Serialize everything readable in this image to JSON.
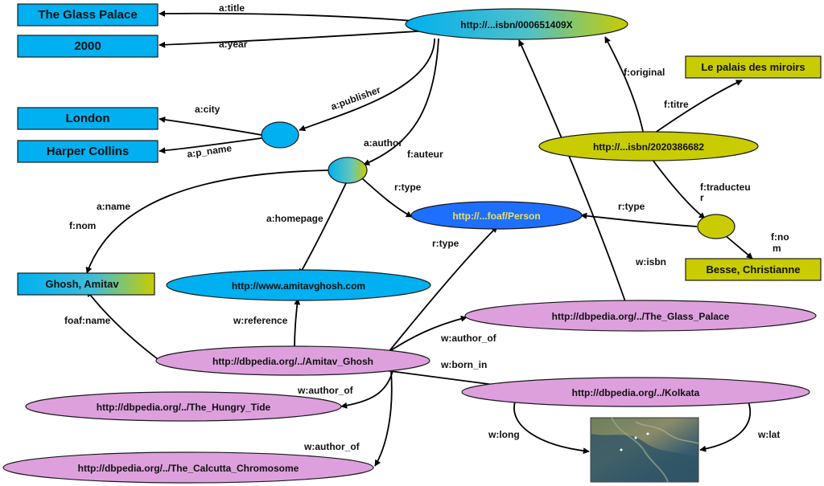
{
  "nodes": {
    "glass_palace_title": "The Glass Palace",
    "year_2000": "2000",
    "london": "London",
    "harper_collins": "Harper Collins",
    "ghosh_amitav": "Ghosh, Amitav",
    "isbn_en": "http://...isbn/000651409X",
    "isbn_fr": "http://...isbn/2020386682",
    "le_palais": "Le palais des miroirs",
    "foaf_person": "http://...foaf/Person",
    "besse": "Besse, Christianne",
    "homepage": "http://www.amitavghosh.com",
    "dbp_glass_palace": "http://dbpedia.org/../The_Glass_Palace",
    "dbp_amitav": "http://dbpedia.org/../Amitav_Ghosh",
    "dbp_hungry_tide": "http://dbpedia.org/../The_Hungry_Tide",
    "dbp_kolkata": "http://dbpedia.org/../Kolkata",
    "dbp_calcutta": "http://dbpedia.org/../The_Calcutta_Chromosome"
  },
  "edges": {
    "a_title": "a:title",
    "a_year": "a:year",
    "a_publisher": "a:publisher",
    "a_city": "a:city",
    "a_p_name": "a:p_name",
    "a_author": "a:author",
    "f_auteur": "f:auteur",
    "r_type_author": "r:type",
    "a_name": "a:name",
    "f_nom_author": "f:nom",
    "a_homepage": "a:homepage",
    "f_original": "f:original",
    "f_titre": "f:titre",
    "f_traducteur_1": "f:traducteu",
    "f_traducteur_2": "r",
    "r_type_trad": "r:type",
    "f_nom_trad_1": "f:no",
    "f_nom_trad_2": "m",
    "r_type_dbp": "r:type",
    "w_isbn": "w:isbn",
    "foaf_name": "foaf:name",
    "w_reference": "w:reference",
    "w_author_of_gp": "w:author_of",
    "w_born_in": "w:born_in",
    "w_author_of_ht": "w:author_of",
    "w_author_of_cc": "w:author_of",
    "w_long": "w:long",
    "w_lat": "w:lat"
  },
  "colors": {
    "box_blue": "#00b0f0",
    "ellipse_blue": "#00b0f0",
    "olive": "#c9cc00",
    "pink": "#dda0dd",
    "person_blue": "#1f6fff",
    "person_text": "#e8e060"
  },
  "icons": {
    "map": "satellite-map-image"
  }
}
